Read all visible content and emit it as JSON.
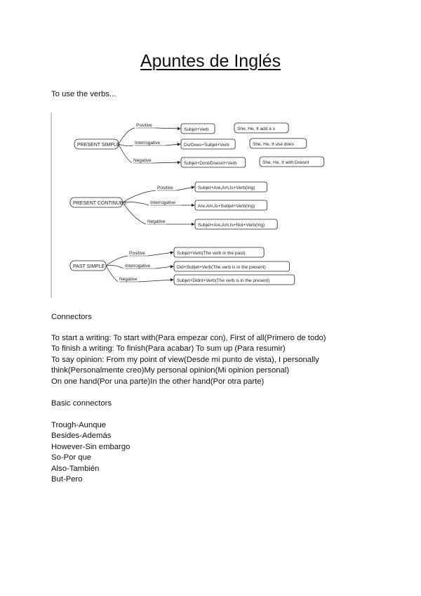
{
  "title": "Apuntes de Inglés",
  "intro": "To use the verbs...",
  "diagram": {
    "groups": [
      {
        "tense": "PRESENT SIMPLE",
        "branches": [
          {
            "label": "Positive",
            "formula": "Subjet+Verb",
            "note": "She, He, It add a s"
          },
          {
            "label": "Interrogative",
            "formula": "Do/Does+Subjet+Verb",
            "note": "She, He, It use does"
          },
          {
            "label": "Negative",
            "formula": "Subjet+Dont/Doesnt+Verb",
            "note": "She, He, It with Doesnt"
          }
        ]
      },
      {
        "tense": "PRESENT CONTINUES",
        "branches": [
          {
            "label": "Positive",
            "formula": "Subjet+Are,Am,Is+Verb(Ing)"
          },
          {
            "label": "Interrogative",
            "formula": "Are,Am,Is+Subjet+Verb(Ing)"
          },
          {
            "label": "Negative",
            "formula": "Subjet+Are,Am,Is+Not+Verb(Ing)"
          }
        ]
      },
      {
        "tense": "PAST SIMPLE",
        "branches": [
          {
            "label": "Positive",
            "formula": "Subjet+Verb(The verb in the past)"
          },
          {
            "label": "Interrogative",
            "formula": "Did+Subjet+Verb(The verb is in the present)"
          },
          {
            "label": "Negative",
            "formula": "Subjet+Didnt+Verb(The verb is in the present)"
          }
        ]
      }
    ]
  },
  "connectors_heading": "Connectors",
  "connectors": [
    "To start a writing: To start with(Para empezar con), First of all(Primero de todo)",
    "To finish a writing: To finish(Para acabar) To sum up (Para resumir)",
    "To say opinion: From my point of view(Desde mi punto de vista), I personally",
    "think(Personalmente creo)My personal opinion(Mi opinion personal)",
    "On one hand(Por una parte)In the other hand(Por otra parte)"
  ],
  "basic_heading": "Basic connectors",
  "basic": [
    "Trough-Aunque",
    "Besides-Además",
    "However-Sin embargo",
    "So-Por que",
    "Also-También",
    "But-Pero"
  ]
}
